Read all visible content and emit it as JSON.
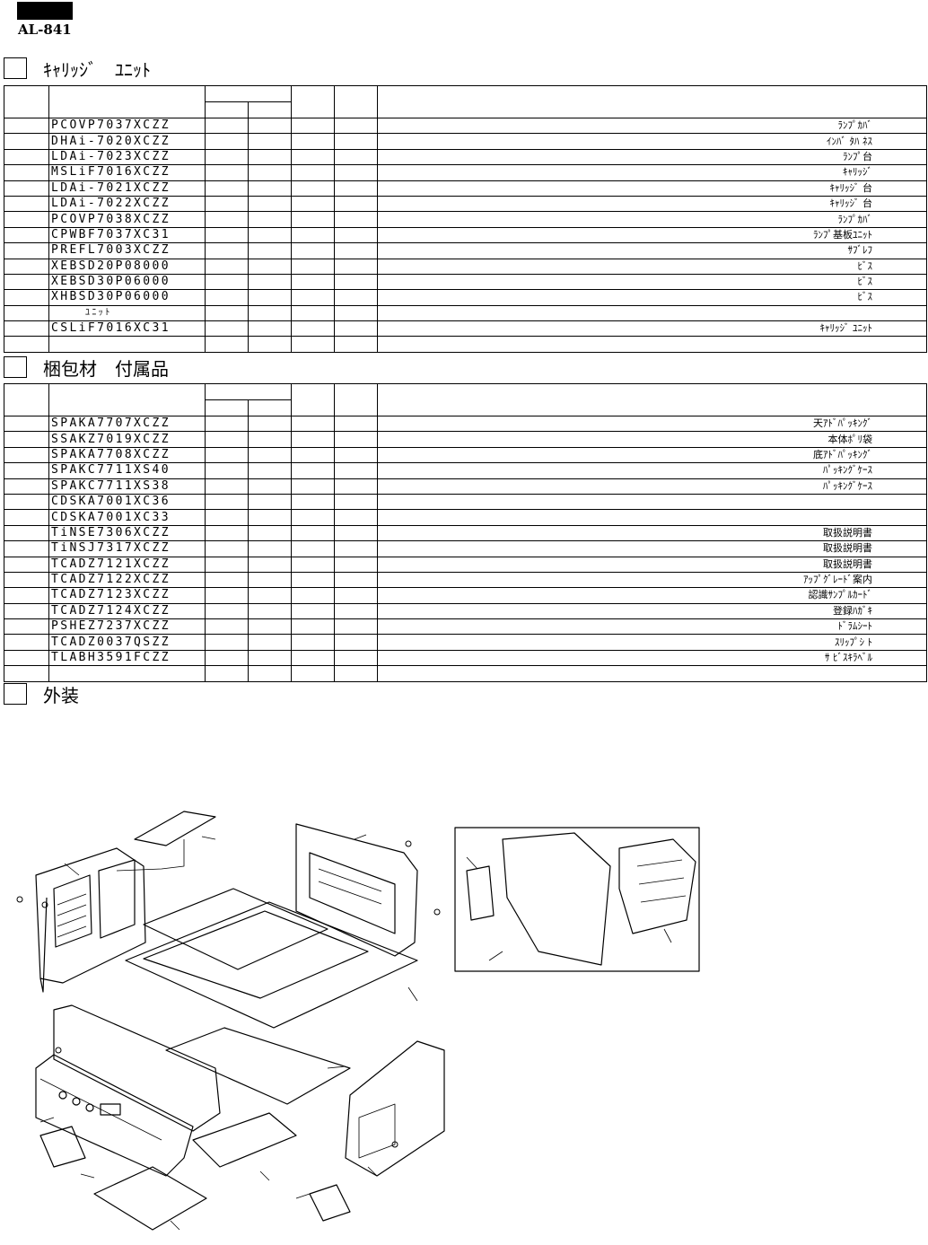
{
  "header": {
    "model": "AL-841"
  },
  "sections": [
    {
      "title": "ｷｬﾘｯｼﾞ　ﾕﾆｯﾄ",
      "rows": [
        {
          "code": "PCOVP7037XCZZ",
          "desc": "ﾗﾝﾌﾟｶﾊﾞ"
        },
        {
          "code": "DHAi-7020XCZZ",
          "desc": "ｲﾝﾊﾞ ﾀﾊ ﾈｽ"
        },
        {
          "code": "LDAi-7023XCZZ",
          "desc": "ﾗﾝﾌﾟ台"
        },
        {
          "code": "MSLiF7016XCZZ",
          "desc": "ｷｬﾘｯｼﾞ"
        },
        {
          "code": "LDAi-7021XCZZ",
          "desc": "ｷｬﾘｯｼﾞ 台"
        },
        {
          "code": "LDAi-7022XCZZ",
          "desc": "ｷｬﾘｯｼﾞ 台"
        },
        {
          "code": "PCOVP7038XCZZ",
          "desc": "ﾗﾝﾌﾟｶﾊﾞ"
        },
        {
          "code": "CPWBF7037XC31",
          "desc": "ﾗﾝﾌﾟ基板ﾕﾆｯﾄ"
        },
        {
          "code": "PREFL7003XCZZ",
          "desc": "ｻﾌﾞﾚﾌ"
        },
        {
          "code": "XEBSD20P08000",
          "desc": "ﾋﾞｽ"
        },
        {
          "code": "XEBSD30P06000",
          "desc": "ﾋﾞｽ"
        },
        {
          "code": "XHBSD30P06000",
          "desc": "ﾋﾞｽ"
        },
        {
          "code": "",
          "sub": "ﾕﾆｯﾄ",
          "desc": ""
        },
        {
          "code": "CSLiF7016XC31",
          "desc": "ｷｬﾘｯｼﾞ ﾕﾆｯﾄ"
        },
        {
          "code": "",
          "desc": ""
        }
      ]
    },
    {
      "title": "梱包材　付属品",
      "rows": [
        {
          "code": "SPAKA7707XCZZ",
          "desc": "天ｱﾄﾞﾊﾟｯｷﾝｸﾞ"
        },
        {
          "code": "SSAKZ7019XCZZ",
          "desc": "本体ﾎﾟﾘ袋"
        },
        {
          "code": "SPAKA7708XCZZ",
          "desc": "底ｱﾄﾞﾊﾟｯｷﾝｸﾞ"
        },
        {
          "code": "SPAKC7711XS40",
          "desc": "ﾊﾟｯｷﾝｸﾞｹｰｽ"
        },
        {
          "code": "SPAKC7711XS38",
          "desc": "ﾊﾟｯｷﾝｸﾞｹｰｽ"
        },
        {
          "code": "CDSKA7001XC36",
          "desc": ""
        },
        {
          "code": "CDSKA7001XC33",
          "desc": ""
        },
        {
          "code": "TiNSE7306XCZZ",
          "desc": "取扱説明書"
        },
        {
          "code": "TiNSJ7317XCZZ",
          "desc": "取扱説明書"
        },
        {
          "code": "TCADZ7121XCZZ",
          "desc": "取扱説明書"
        },
        {
          "code": "TCADZ7122XCZZ",
          "desc": "ｱｯﾌﾟｸﾞﾚｰﾄﾞ案内"
        },
        {
          "code": "TCADZ7123XCZZ",
          "desc": "認識ｻﾝﾌﾟﾙｶｰﾄﾞ"
        },
        {
          "code": "TCADZ7124XCZZ",
          "desc": "登録ﾊｶﾞｷ"
        },
        {
          "code": "PSHEZ7237XCZZ",
          "desc": "ﾄﾞﾗﾑｼｰﾄ"
        },
        {
          "code": "TCADZ0037QSZZ",
          "desc": "ｽﾘｯﾌﾟｼ ﾄ"
        },
        {
          "code": "TLABH3591FCZZ",
          "desc": "ｻ ﾋﾞｽｷﾗﾍﾞﾙ"
        },
        {
          "code": "",
          "desc": ""
        }
      ]
    },
    {
      "title": "外装",
      "rows": []
    }
  ]
}
